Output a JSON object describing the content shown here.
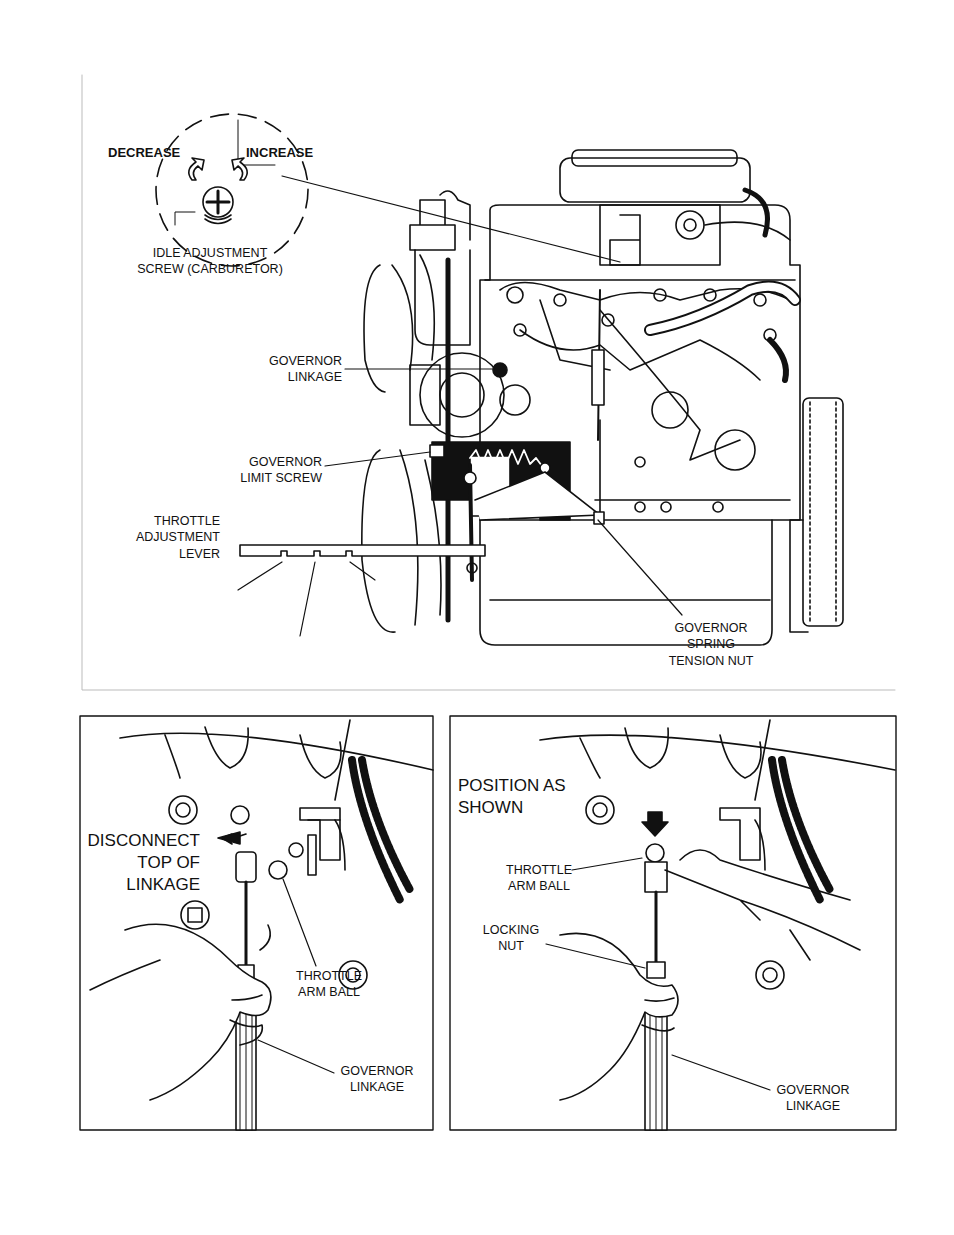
{
  "diagram": {
    "labels": [
      "DECREASE",
      "INCREASE",
      "IDLE ADJUSTMENT SCREW (CARBURETOR)",
      "GOVERNOR LINKAGE",
      "GOVERNOR LIMIT SCREW",
      "THROTTLE ADJUSTMENT LEVER",
      "GOVERNOR SPRING TENSION NUT",
      "DISCONNECT TOP OF LINKAGE",
      "THROTTLE ARM BALL",
      "GOVERNOR LINKAGE",
      "POSITION AS SHOWN",
      "THROTTLE ARM BALL",
      "LOCKING NUT",
      "GOVERNOR LINKAGE"
    ]
  }
}
